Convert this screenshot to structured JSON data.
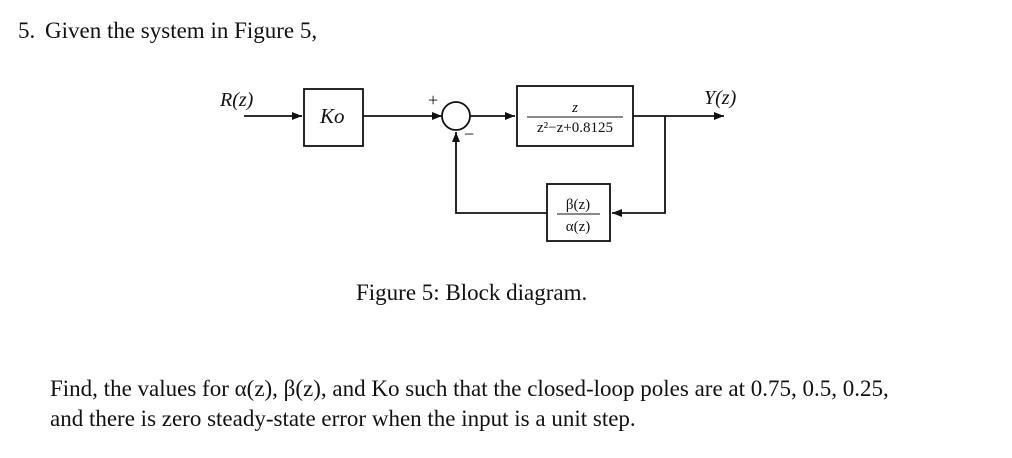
{
  "question": {
    "number": "5.",
    "intro": "Given the system in Figure 5,"
  },
  "diagram": {
    "input_label": "R(z)",
    "output_label": "Y(z)",
    "gain_block": "Ko",
    "sum_plus": "+",
    "sum_minus": "−",
    "plant_numerator": "z",
    "plant_denominator": "z²−z+0.8125",
    "feedback_numerator": "β(z)",
    "feedback_denominator": "α(z)"
  },
  "caption": "Figure 5: Block diagram.",
  "task": {
    "line1": "Find, the values for α(z), β(z), and Ko such that the closed-loop poles are at 0.75, 0.5, 0.25,",
    "line2": "and there is zero steady-state error when the input is a unit step."
  }
}
